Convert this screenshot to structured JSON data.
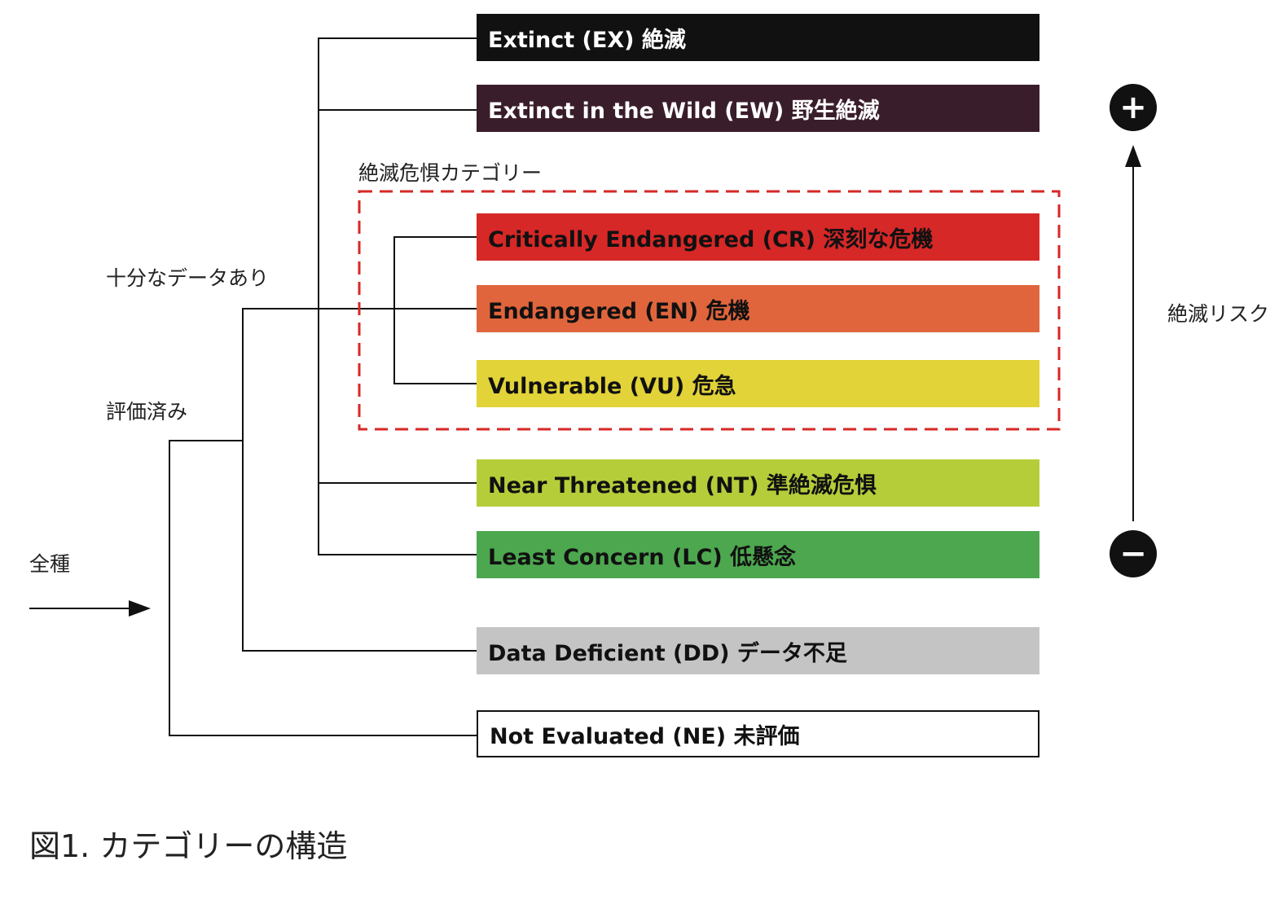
{
  "labels": {
    "all_species": "全種",
    "evaluated": "評価済み",
    "sufficient_data": "十分なデータあり",
    "threatened_category": "絶滅危惧カテゴリー",
    "extinction_risk": "絶滅リスク"
  },
  "categories": [
    {
      "code": "EX",
      "label": "Extinct (EX)  絶滅",
      "bg": "#111111",
      "fg": "#ffffff"
    },
    {
      "code": "EW",
      "label": "Extinct in the Wild (EW) 野生絶滅",
      "bg": "#3a1d2b",
      "fg": "#ffffff"
    },
    {
      "code": "CR",
      "label": "Critically Endangered (CR) 深刻な危機",
      "bg": "#d62827",
      "fg": "#111111"
    },
    {
      "code": "EN",
      "label": "Endangered (EN) 危機",
      "bg": "#e0653d",
      "fg": "#111111"
    },
    {
      "code": "VU",
      "label": "Vulnerable (VU) 危急",
      "bg": "#e2d338",
      "fg": "#111111"
    },
    {
      "code": "NT",
      "label": "Near Threatened (NT) 準絶滅危惧",
      "bg": "#b6cd3a",
      "fg": "#111111"
    },
    {
      "code": "LC",
      "label": "Least Concern (LC) 低懸念",
      "bg": "#4da74f",
      "fg": "#111111"
    },
    {
      "code": "DD",
      "label": "Data Deficient (DD) データ不足",
      "bg": "#c4c4c4",
      "fg": "#111111"
    },
    {
      "code": "NE",
      "label": "Not Evaluated (NE) 未評価",
      "bg": "#ffffff",
      "fg": "#111111",
      "border": "#111111"
    }
  ],
  "risk_scale": {
    "high_icon": "plus-icon",
    "low_icon": "minus-icon",
    "high_symbol": "+",
    "low_symbol": "−"
  },
  "caption": "図1. カテゴリーの構造",
  "colors": {
    "dashed_frame": "#d62827",
    "lines": "#111111"
  }
}
